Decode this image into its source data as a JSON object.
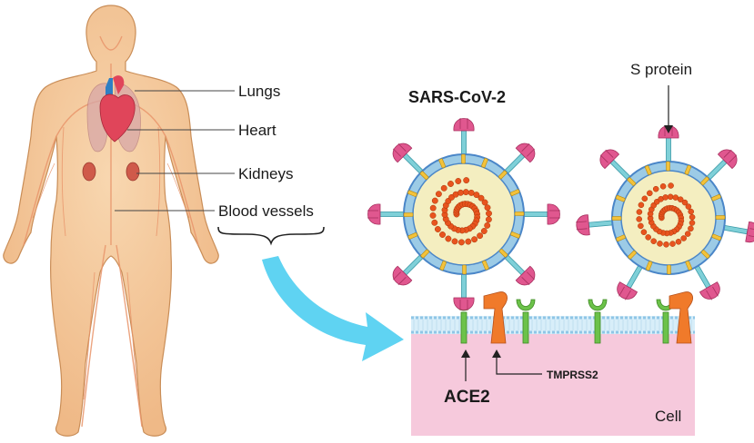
{
  "organ_labels": {
    "lungs": "Lungs",
    "heart": "Heart",
    "kidneys": "Kidneys",
    "blood_vessels": "Blood vessels"
  },
  "virus_label": "SARS-CoV-2",
  "s_protein_label": "S protein",
  "ace2_label": "ACE2",
  "tmprss2_label": "TMPRSS2",
  "cell_label": "Cell",
  "colors": {
    "skin": "#f5c99a",
    "skin_outline": "#d9a06a",
    "vessel": "#e9956b",
    "lung": "#d8a7a7",
    "heart": "#e0455a",
    "kidney": "#cf5a4a",
    "arrow": "#5fd3f2",
    "virus_body": "#f4eec0",
    "virus_ring": "#9ccbe6",
    "virus_ring_edge": "#4a86c8",
    "spike": "#e0578f",
    "rna": "#e8541e",
    "ace2": "#6cc24a",
    "tmprss2": "#f07a2a",
    "membrane": "#bfe3f5",
    "cell": "#f6c9dc"
  }
}
